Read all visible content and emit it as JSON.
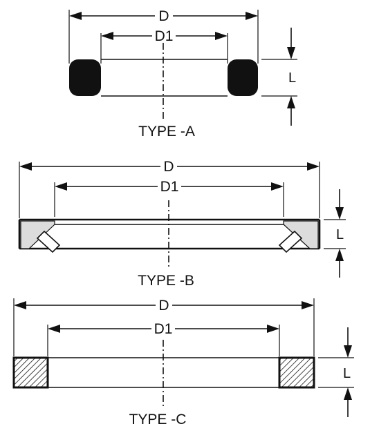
{
  "seal_types": [
    {
      "id": "A",
      "caption": "TYPE -A",
      "outer_dim_label": "D",
      "inner_dim_label": "D1",
      "height_label": "L"
    },
    {
      "id": "B",
      "caption": "TYPE -B",
      "outer_dim_label": "D",
      "inner_dim_label": "D1",
      "height_label": "L"
    },
    {
      "id": "C",
      "caption": "TYPE -C",
      "outer_dim_label": "D",
      "inner_dim_label": "D1",
      "height_label": "L"
    }
  ],
  "colors": {
    "line": "#111111",
    "background": "#ffffff"
  }
}
